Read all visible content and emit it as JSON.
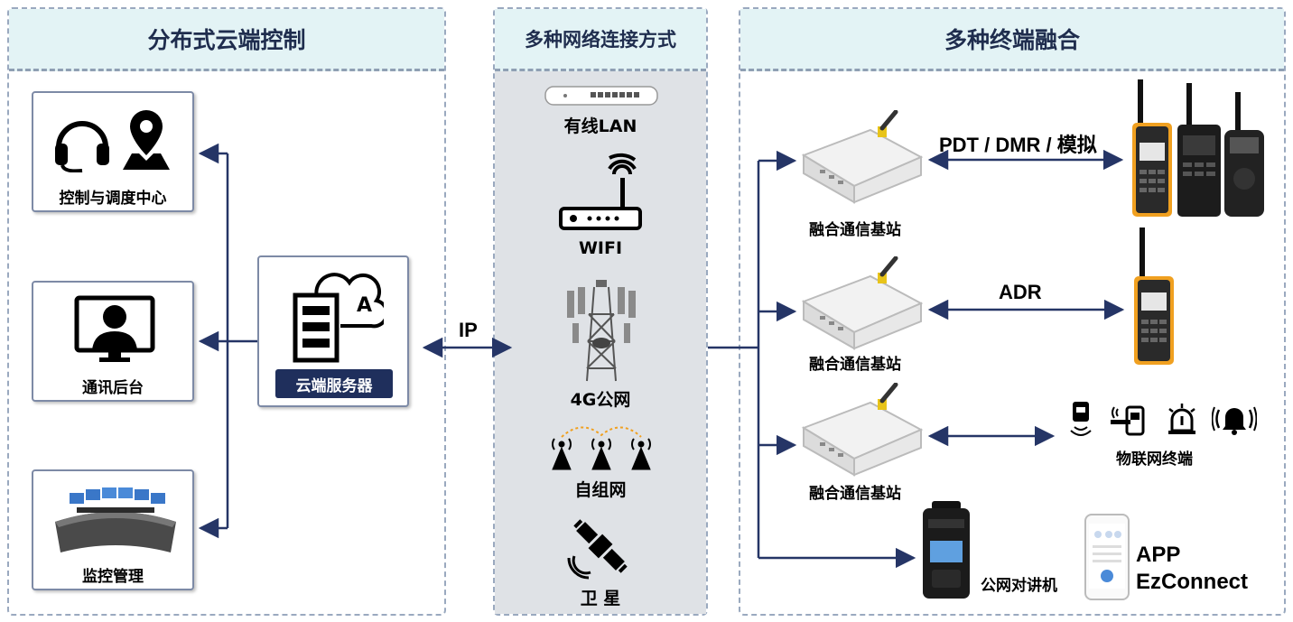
{
  "panels": {
    "left_title": "分布式云端控制",
    "middle_title": "多种网络连接方式",
    "right_title": "多种终端融合"
  },
  "left": {
    "control_center": "控制与调度中心",
    "comm_backend": "通讯后台",
    "monitor_mgmt": "监控管理",
    "cloud_server": "云端服务器",
    "cloud_letter": "A"
  },
  "link_label": "IP",
  "networks": {
    "lan": "有线LAN",
    "wifi": "WIFI",
    "cell": "4G公网",
    "mesh": "自组网",
    "satellite": "卫 星"
  },
  "right": {
    "base_station_1": "融合通信基站",
    "base_station_2": "融合通信基站",
    "base_station_3": "融合通信基站",
    "protocol_1": "PDT / DMR / 模拟",
    "protocol_2": "ADR",
    "iot_terminals": "物联网终端",
    "poc_radio": "公网对讲机",
    "app_line1": "APP",
    "app_line2": "EzConnect"
  },
  "colors": {
    "arrow": "#253566",
    "header_bg": "#e3f3f5",
    "button_bg": "#1f2f5c",
    "radio_accent": "#f0a020"
  }
}
